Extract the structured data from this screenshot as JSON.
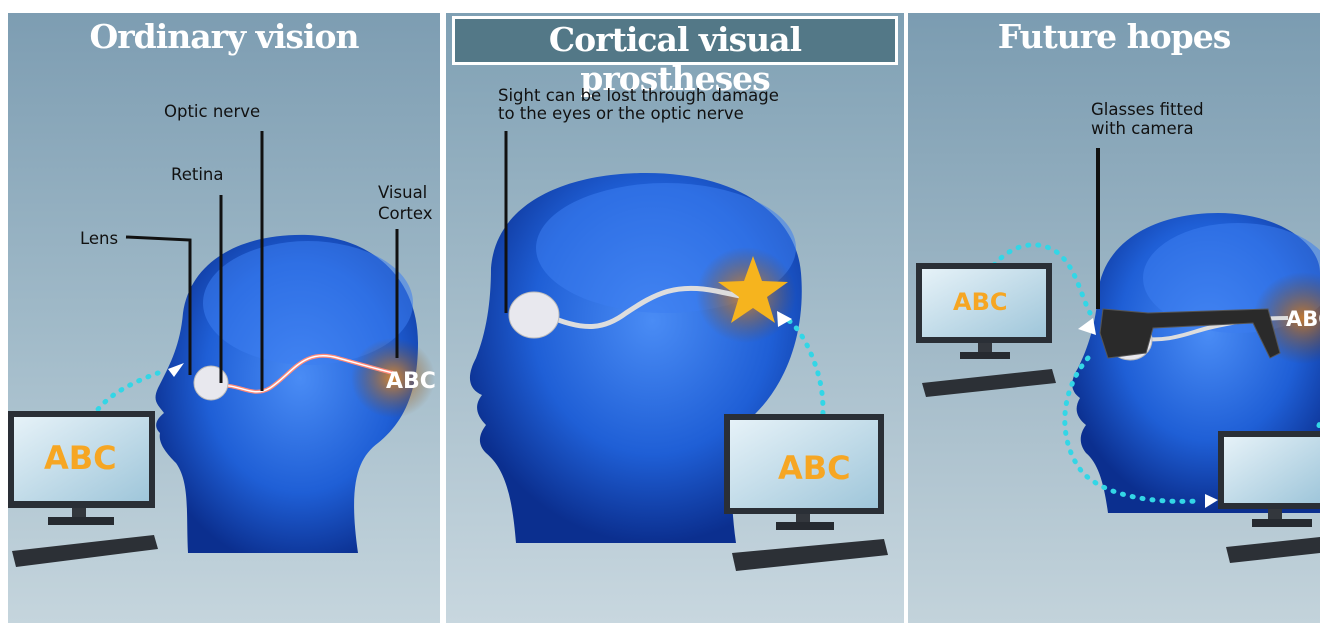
{
  "panels": [
    {
      "title": "Ordinary vision",
      "labels": {
        "optic_nerve": "Optic nerve",
        "retina": "Retina",
        "visual_cortex_1": "Visual",
        "visual_cortex_2": "Cortex",
        "lens": "Lens"
      },
      "monitor_text": "ABC",
      "cortex_text": "ABC"
    },
    {
      "title": "Cortical visual prostheses",
      "labels": {
        "caption_1": "Sight can be lost through damage",
        "caption_2": "to the eyes or the optic nerve"
      },
      "monitor_text": "ABC"
    },
    {
      "title": "Future hopes",
      "labels": {
        "glasses_1": "Glasses fitted",
        "glasses_2": "with camera"
      },
      "monitor_text": "ABC",
      "cortex_text": "ABC"
    }
  ],
  "colors": {
    "abc_orange": "#f6a623",
    "dotted_path": "#33d6e6",
    "head_blue": "#1f5fd6",
    "title_bar": "#537887"
  }
}
